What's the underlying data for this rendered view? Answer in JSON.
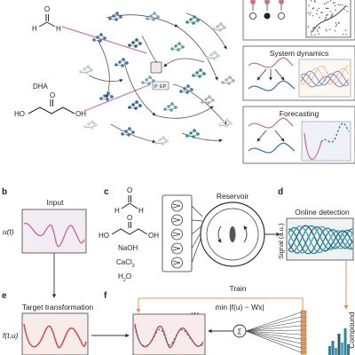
{
  "molecules": {
    "formaldehyde": {
      "h_left": "H",
      "h_right": "H",
      "oxygen": "O"
    },
    "dha": {
      "title": "DHA",
      "ho_left": "HO",
      "oh_right": "OH",
      "oxygen": "O"
    }
  },
  "network_badges": {
    "p_label": "P",
    "ep_label": "EP"
  },
  "boxes": {
    "system_dynamics": "System dynamics",
    "forecasting": "Forecasting"
  },
  "panel_b": {
    "letter": "b",
    "title": "Input",
    "ylabel": "u(t)"
  },
  "panel_c": {
    "letter": "c",
    "chem_h_left": "H",
    "chem_h_right": "H",
    "chem_o": "O",
    "chem_ho": "HO",
    "chem_oh": "OH",
    "chem_o2": "O",
    "reagents": [
      "NaOH",
      "CaCl",
      "H",
      "O"
    ],
    "reagent_subs": [
      "2",
      "2"
    ],
    "reservoir_label": "Reservoir"
  },
  "panel_d": {
    "letter": "d",
    "title": "Online detection",
    "ylabel": "Signal (a.u.)"
  },
  "panel_e": {
    "letter": "e",
    "title": "Target transformation",
    "ylabel": "f(t,u)"
  },
  "panel_f": {
    "letter": "f",
    "title": "Train",
    "objective": "min |f(u) − Wx|",
    "objective_var": "W",
    "sum_symbol": "Σ"
  },
  "compound_label": "Compound",
  "colors": {
    "pink": "#c9709a",
    "blue": "#3f73a7",
    "orange": "#e0955a",
    "teal": "#2e8b8b",
    "red": "#d1494d",
    "grey": "#7a7a7a"
  }
}
